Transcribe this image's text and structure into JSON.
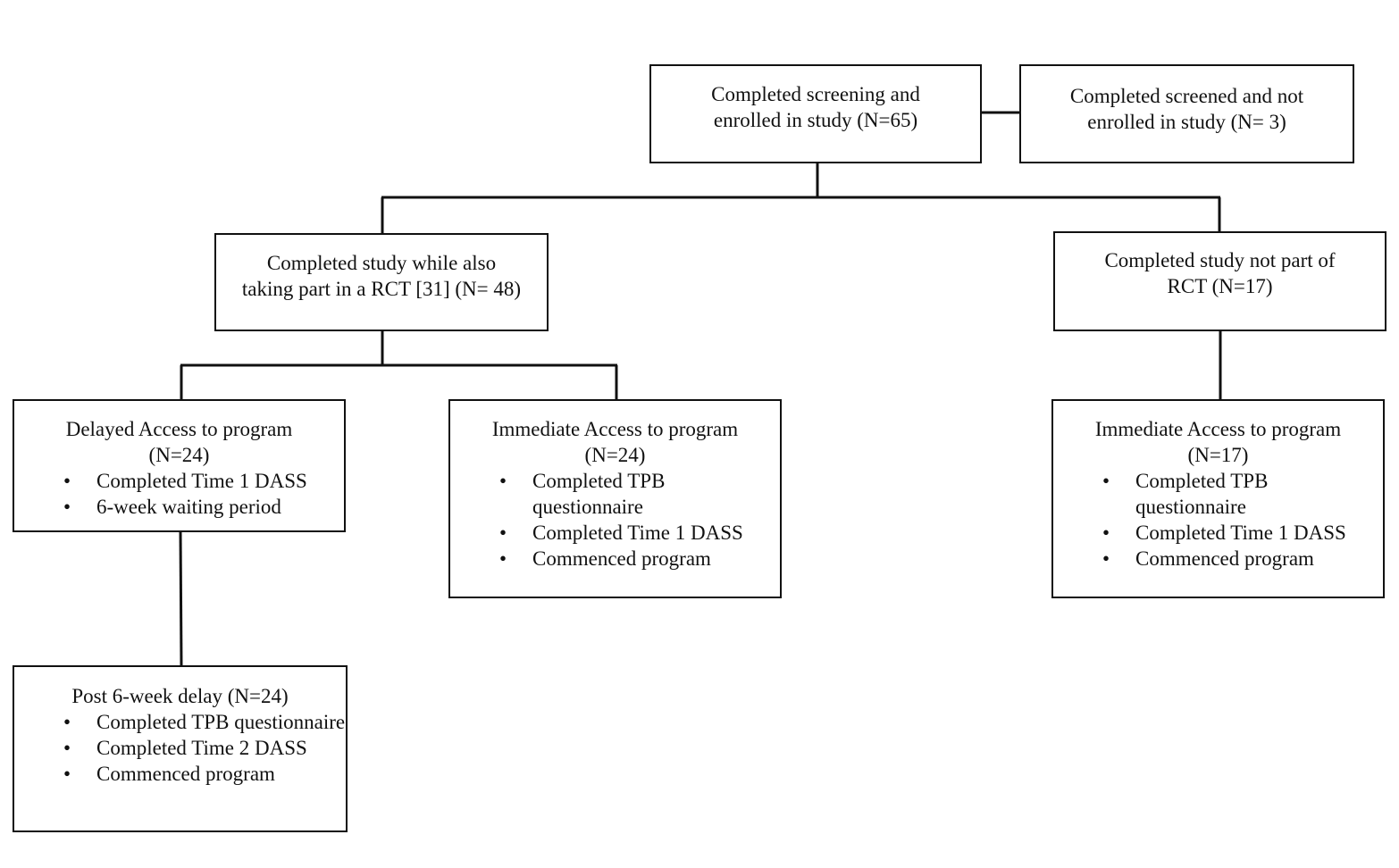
{
  "nodes": {
    "enrolled": {
      "lines": [
        "Completed screening and",
        "enrolled in study (N=65)"
      ]
    },
    "not_enrolled": {
      "lines": [
        "Completed screened and not",
        "enrolled in study (N= 3)"
      ]
    },
    "rct_study": {
      "lines": [
        "Completed study while also",
        "taking part in a RCT [31] (N= 48)"
      ]
    },
    "non_rct_study": {
      "lines": [
        "Completed study not part of",
        "RCT (N=17)"
      ]
    },
    "delayed_access": {
      "lines": [
        "Delayed Access to program",
        "(N=24)"
      ],
      "bullets": [
        "Completed Time 1 DASS",
        "6-week waiting period"
      ]
    },
    "immediate_access_rct": {
      "lines": [
        "Immediate Access to program",
        "(N=24)"
      ],
      "bullets": [
        "Completed TPB questionnaire",
        "Completed Time 1 DASS",
        "Commenced program"
      ]
    },
    "immediate_access_non_rct": {
      "lines": [
        "Immediate Access to program",
        "(N=17)"
      ],
      "bullets": [
        "Completed TPB questionnaire",
        "Completed Time 1 DASS",
        "Commenced program"
      ]
    },
    "post_delay": {
      "lines": [
        "Post 6-week delay (N=24)"
      ],
      "bullets": [
        "Completed TPB questionnaire",
        "Completed Time 2 DASS",
        "Commenced program"
      ]
    }
  },
  "bullet_glyph": "•"
}
